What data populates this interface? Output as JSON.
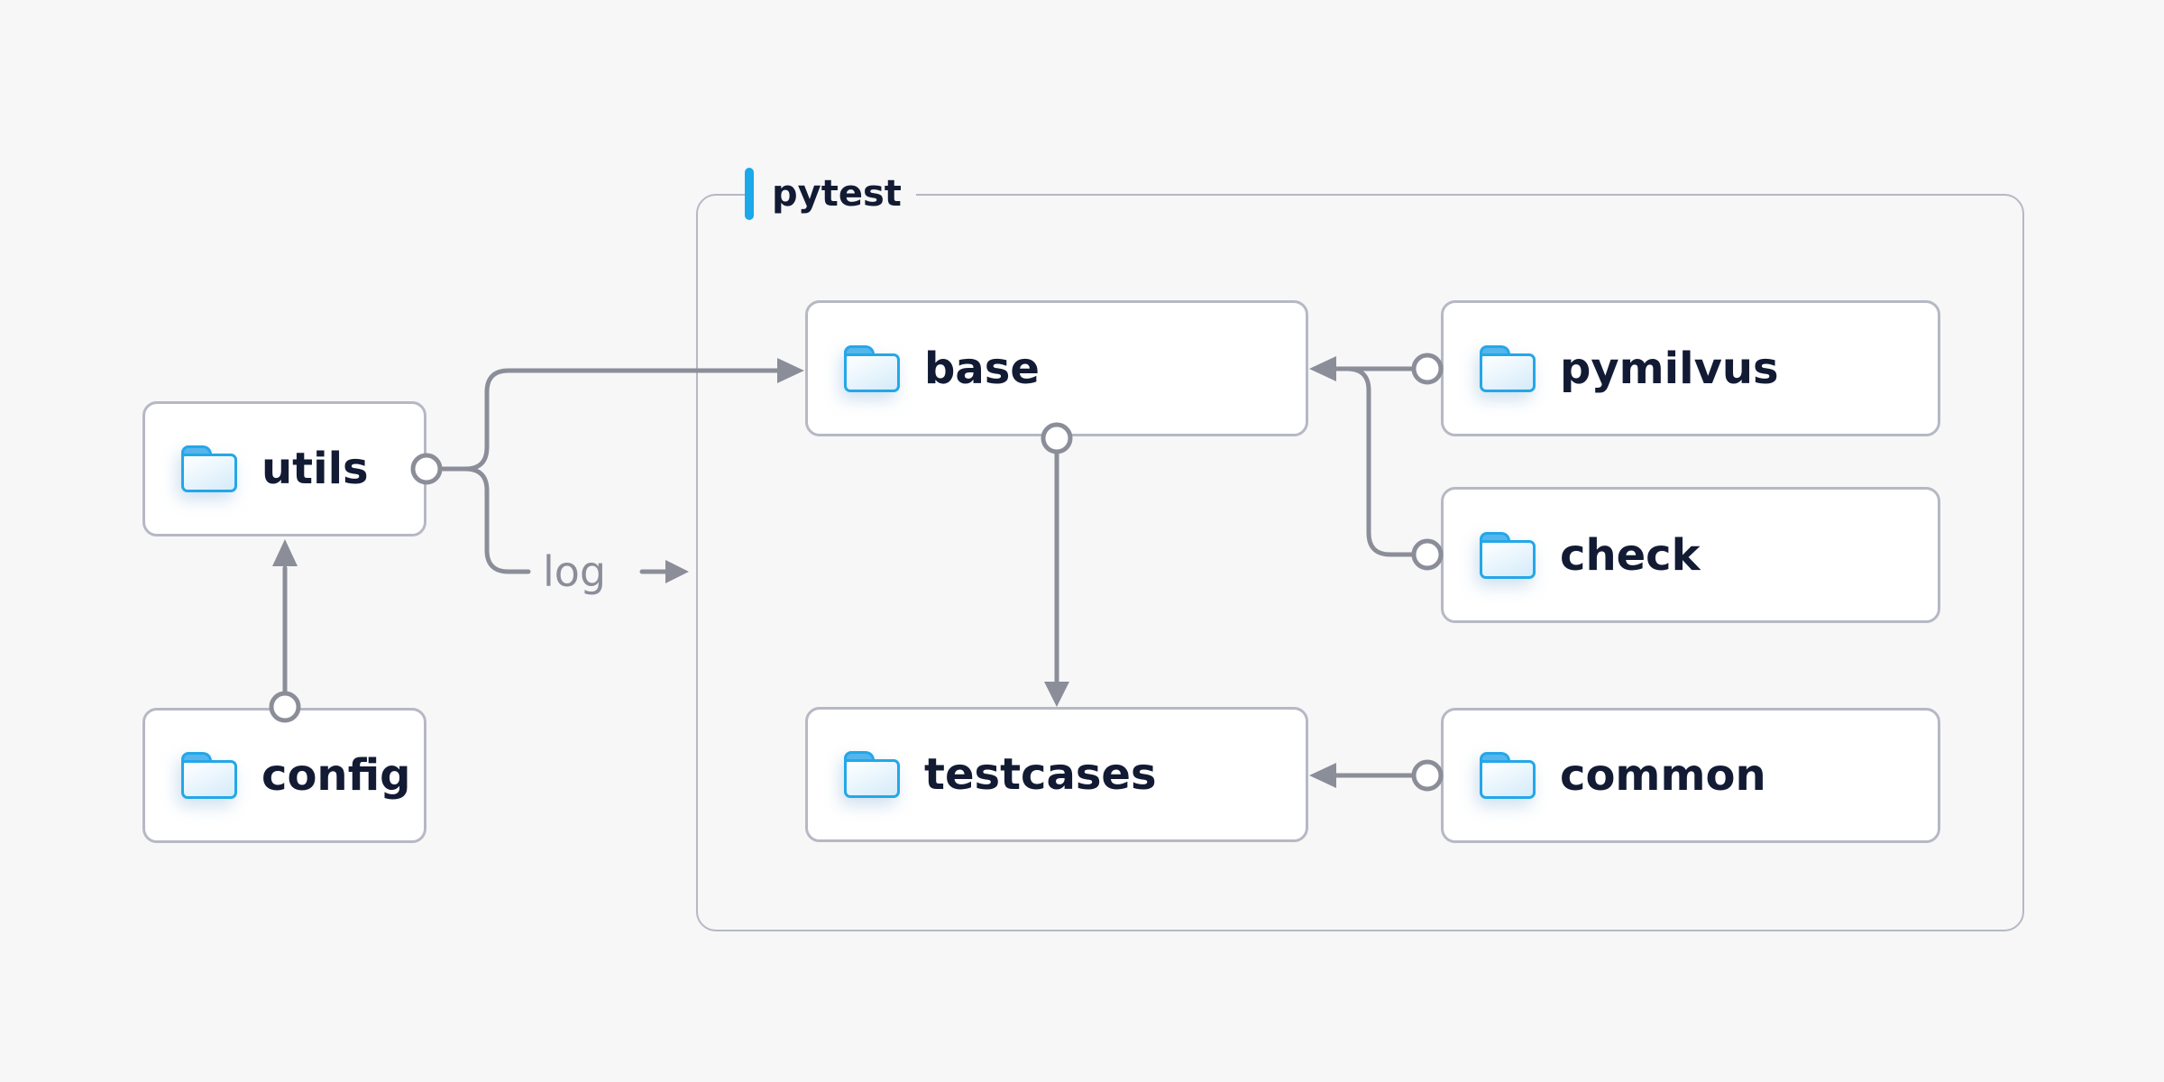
{
  "diagram": {
    "container": {
      "label": "pytest"
    },
    "nodes": [
      {
        "id": "utils",
        "label": "utils",
        "icon": "folder"
      },
      {
        "id": "config",
        "label": "config",
        "icon": "folder"
      },
      {
        "id": "base",
        "label": "base",
        "icon": "folder"
      },
      {
        "id": "pymilvus",
        "label": "pymilvus",
        "icon": "folder"
      },
      {
        "id": "check",
        "label": "check",
        "icon": "folder"
      },
      {
        "id": "testcases",
        "label": "testcases",
        "icon": "folder"
      },
      {
        "id": "common",
        "label": "common",
        "icon": "folder"
      }
    ],
    "edges": [
      {
        "from": "config",
        "to": "utils"
      },
      {
        "from": "utils",
        "to": "base"
      },
      {
        "from": "utils",
        "to": "pytest",
        "label": "log"
      },
      {
        "from": "pymilvus",
        "to": "base"
      },
      {
        "from": "check",
        "to": "base"
      },
      {
        "from": "base",
        "to": "testcases"
      },
      {
        "from": "common",
        "to": "testcases"
      }
    ],
    "colors": {
      "bg": "#f7f7f8",
      "ink": "#121b33",
      "line": "#8b8e99",
      "border": "#b6b9c4",
      "accent": "#1ca9e9",
      "nodebg": "#ffffff",
      "folderstroke": "#24a7e8",
      "foldertab": "#54b6ec",
      "folderfill1": "#f8fcff",
      "folderfill2": "#d6ecfa"
    }
  }
}
